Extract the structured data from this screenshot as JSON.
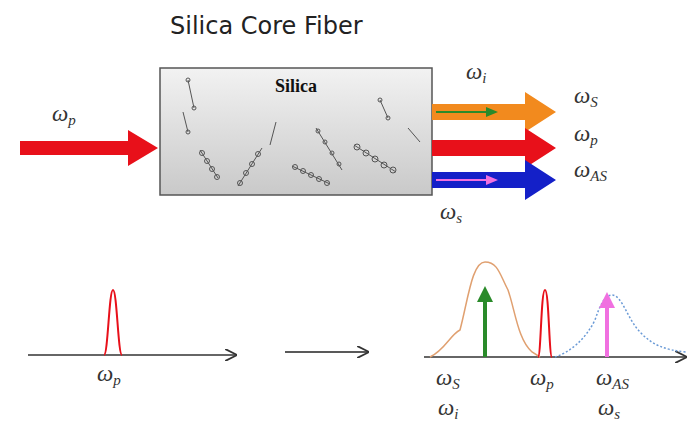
{
  "diagram": {
    "title": "Silica Core Fiber",
    "nodes": [
      {
        "text": [
          "Silica"
        ]
      }
    ],
    "labels": [
      "ωp",
      "ωi",
      "ωS",
      "ωp",
      "ωAS",
      "ωs",
      "ωp",
      "ωS",
      "ωi",
      "ωp",
      "ωAS",
      "ωs"
    ]
  }
}
